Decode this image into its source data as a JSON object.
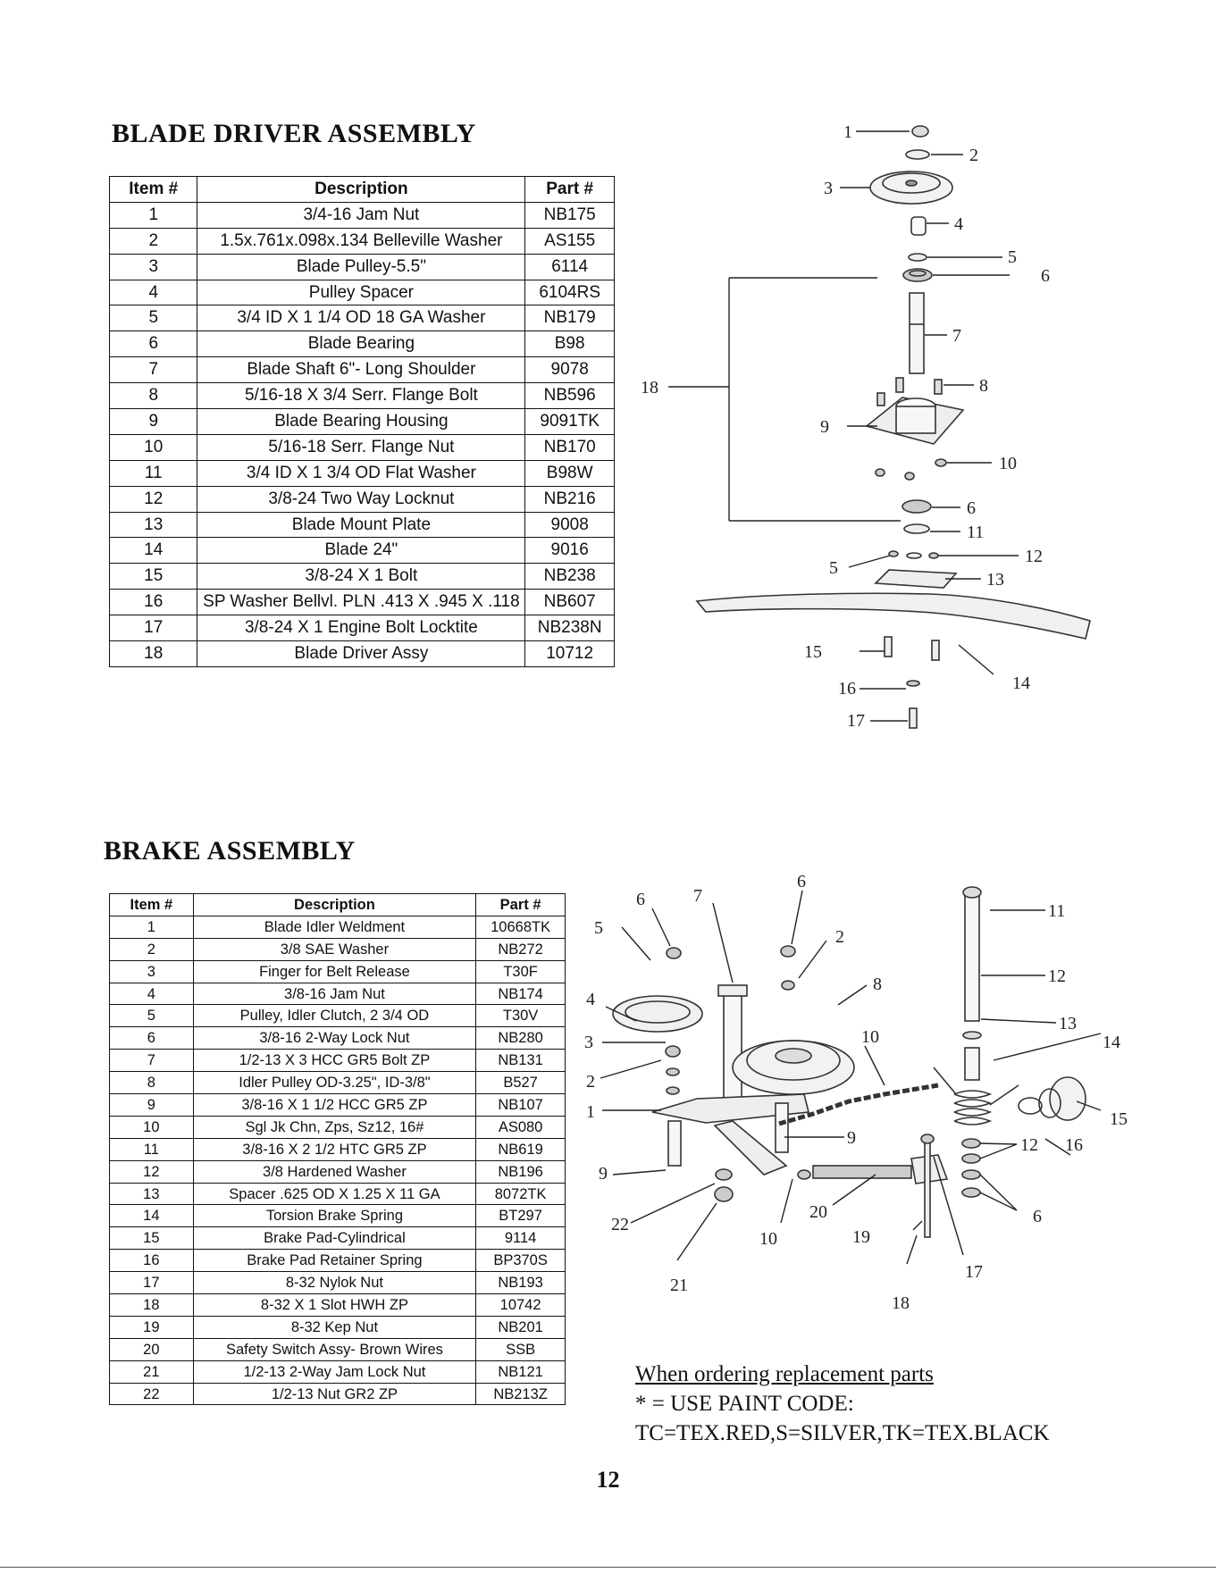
{
  "blade_section": {
    "title": "BLADE DRIVER ASSEMBLY",
    "columns": [
      "Item #",
      "Description",
      "Part #"
    ],
    "rows": [
      {
        "item": "1",
        "desc": "3/4-16 Jam Nut",
        "part": "NB175"
      },
      {
        "item": "2",
        "desc": "1.5x.761x.098x.134 Belleville Washer",
        "part": "AS155"
      },
      {
        "item": "3",
        "desc": "Blade Pulley-5.5\"",
        "part": "6114"
      },
      {
        "item": "4",
        "desc": "Pulley Spacer",
        "part": "6104RS"
      },
      {
        "item": "5",
        "desc": "3/4 ID X 1 1/4 OD 18 GA Washer",
        "part": "NB179"
      },
      {
        "item": "6",
        "desc": "Blade Bearing",
        "part": "B98"
      },
      {
        "item": "7",
        "desc": "Blade Shaft 6\"- Long Shoulder",
        "part": "9078"
      },
      {
        "item": "8",
        "desc": "5/16-18 X 3/4 Serr. Flange Bolt",
        "part": "NB596"
      },
      {
        "item": "9",
        "desc": "Blade Bearing Housing",
        "part": "9091TK"
      },
      {
        "item": "10",
        "desc": "5/16-18 Serr. Flange Nut",
        "part": "NB170"
      },
      {
        "item": "11",
        "desc": "3/4 ID X 1 3/4 OD Flat Washer",
        "part": "B98W"
      },
      {
        "item": "12",
        "desc": "3/8-24 Two Way Locknut",
        "part": "NB216"
      },
      {
        "item": "13",
        "desc": "Blade Mount Plate",
        "part": "9008"
      },
      {
        "item": "14",
        "desc": "Blade 24\"",
        "part": "9016"
      },
      {
        "item": "15",
        "desc": "3/8-24 X 1 Bolt",
        "part": "NB238"
      },
      {
        "item": "16",
        "desc": "SP Washer Bellvl. PLN .413 X .945 X .118",
        "part": "NB607"
      },
      {
        "item": "17",
        "desc": "3/8-24 X 1 Engine Bolt Locktite",
        "part": "NB238N"
      },
      {
        "item": "18",
        "desc": "Blade Driver Assy",
        "part": "10712"
      }
    ],
    "callouts": [
      "1",
      "2",
      "3",
      "4",
      "5",
      "6",
      "7",
      "18",
      "8",
      "9",
      "10",
      "6",
      "11",
      "12",
      "5",
      "13",
      "15",
      "14",
      "16",
      "17"
    ]
  },
  "brake_section": {
    "title": "BRAKE ASSEMBLY",
    "columns": [
      "Item #",
      "Description",
      "Part #"
    ],
    "rows": [
      {
        "item": "1",
        "desc": "Blade Idler Weldment",
        "part": "10668TK"
      },
      {
        "item": "2",
        "desc": "3/8 SAE Washer",
        "part": "NB272"
      },
      {
        "item": "3",
        "desc": "Finger for Belt Release",
        "part": "T30F"
      },
      {
        "item": "4",
        "desc": "3/8-16 Jam Nut",
        "part": "NB174"
      },
      {
        "item": "5",
        "desc": "Pulley, Idler Clutch, 2 3/4 OD",
        "part": "T30V"
      },
      {
        "item": "6",
        "desc": "3/8-16 2-Way Lock Nut",
        "part": "NB280"
      },
      {
        "item": "7",
        "desc": "1/2-13 X 3 HCC GR5 Bolt ZP",
        "part": "NB131"
      },
      {
        "item": "8",
        "desc": "Idler Pulley OD-3.25\", ID-3/8\"",
        "part": "B527"
      },
      {
        "item": "9",
        "desc": "3/8-16 X 1 1/2 HCC GR5 ZP",
        "part": "NB107"
      },
      {
        "item": "10",
        "desc": "Sgl Jk Chn, Zps, Sz12, 16#",
        "part": "AS080"
      },
      {
        "item": "11",
        "desc": "3/8-16 X 2 1/2 HTC GR5 ZP",
        "part": "NB619"
      },
      {
        "item": "12",
        "desc": "3/8 Hardened Washer",
        "part": "NB196"
      },
      {
        "item": "13",
        "desc": "Spacer .625 OD X 1.25 X 11 GA",
        "part": "8072TK"
      },
      {
        "item": "14",
        "desc": "Torsion Brake Spring",
        "part": "BT297"
      },
      {
        "item": "15",
        "desc": "Brake Pad-Cylindrical",
        "part": "9114"
      },
      {
        "item": "16",
        "desc": "Brake Pad Retainer Spring",
        "part": "BP370S"
      },
      {
        "item": "17",
        "desc": "8-32 Nylok Nut",
        "part": "NB193"
      },
      {
        "item": "18",
        "desc": "8-32 X 1 Slot HWH ZP",
        "part": "10742"
      },
      {
        "item": "19",
        "desc": "8-32 Kep Nut",
        "part": "NB201"
      },
      {
        "item": "20",
        "desc": "Safety Switch Assy- Brown Wires",
        "part": "SSB"
      },
      {
        "item": "21",
        "desc": "1/2-13 2-Way Jam Lock Nut",
        "part": "NB121"
      },
      {
        "item": "22",
        "desc": "1/2-13 Nut GR2 ZP",
        "part": "NB213Z"
      }
    ],
    "callouts": [
      "6",
      "7",
      "6",
      "5",
      "2",
      "11",
      "8",
      "4",
      "12",
      "10",
      "3",
      "13",
      "14",
      "2",
      "1",
      "15",
      "9",
      "12",
      "16",
      "9",
      "22",
      "20",
      "6",
      "10",
      "19",
      "17",
      "21",
      "18"
    ]
  },
  "ordering_note": {
    "heading": "When ordering replacement parts",
    "line1": "* = USE PAINT CODE:",
    "line2": "TC=TEX.RED,S=SILVER,TK=TEX.BLACK"
  },
  "page_number": "12"
}
